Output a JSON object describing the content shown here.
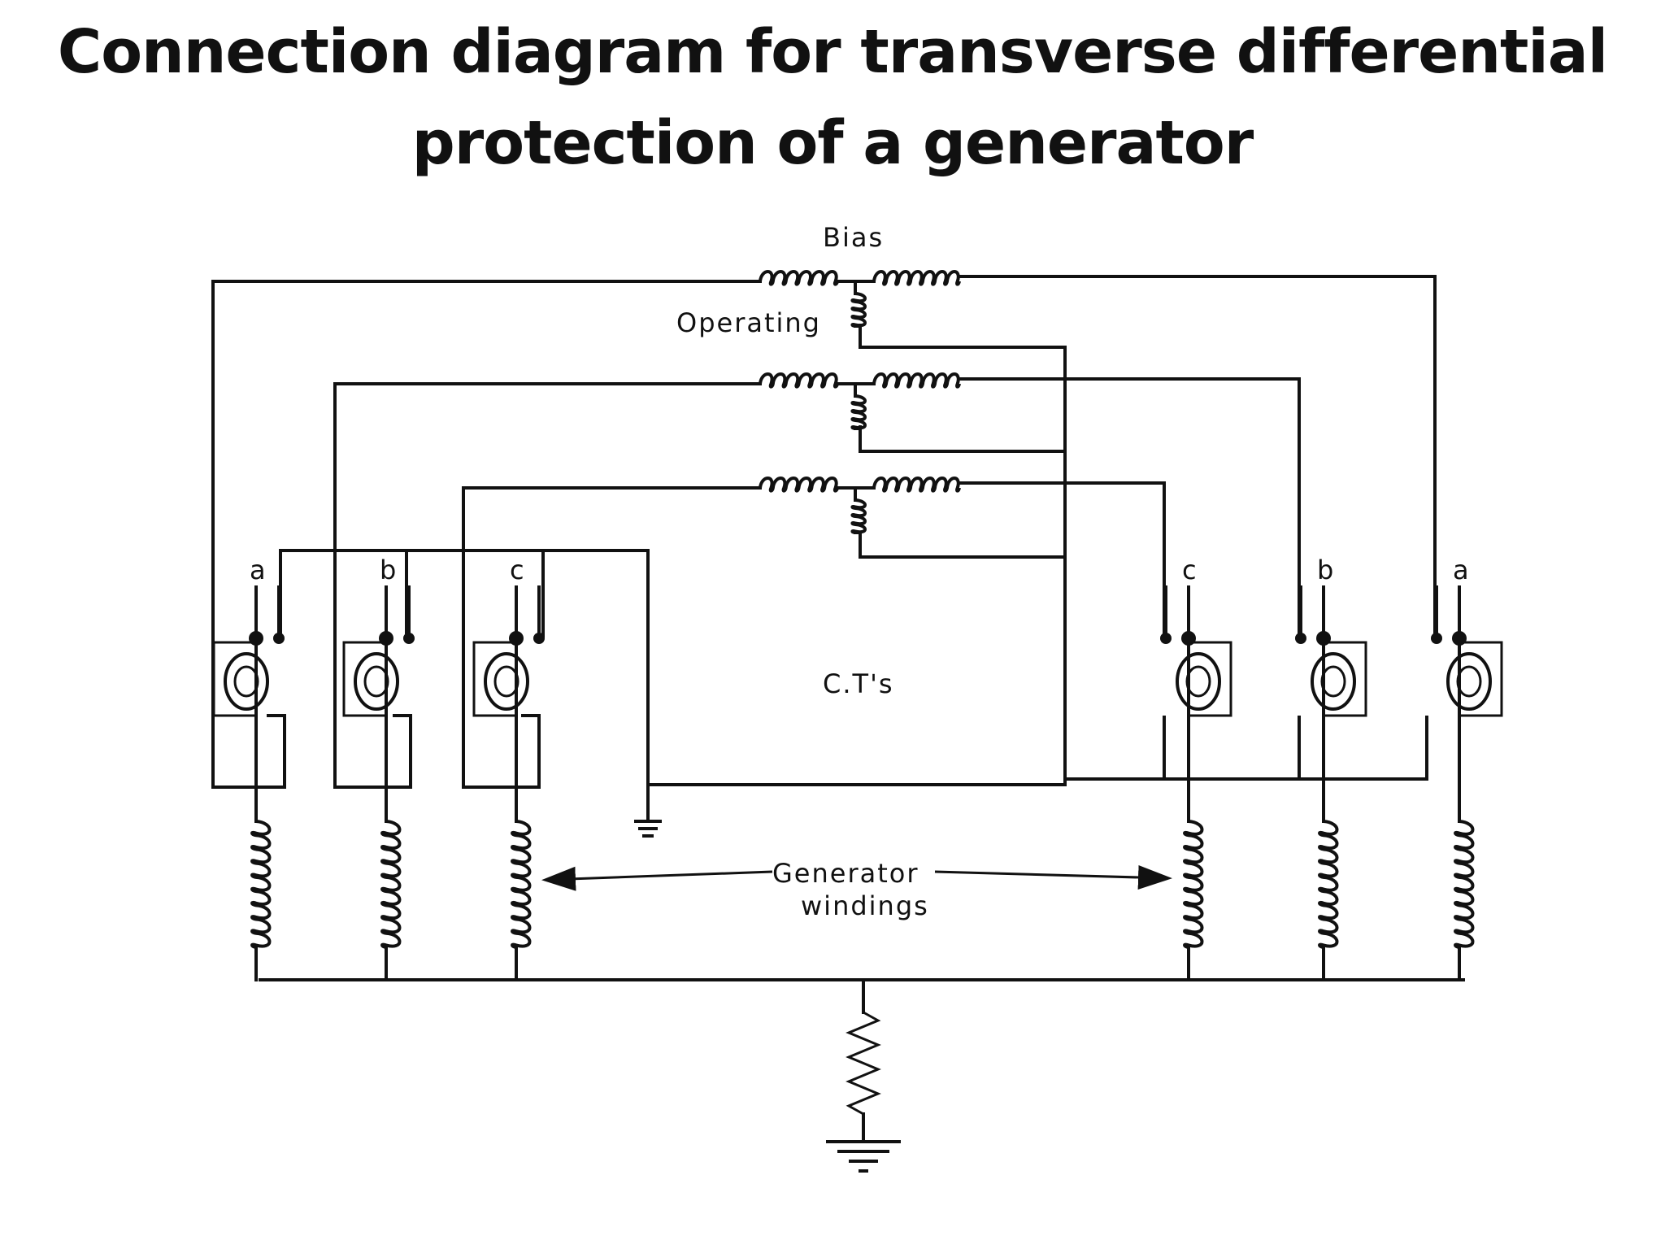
{
  "title": {
    "line1": "Connection diagram for transverse differential",
    "line2": "protection of a generator"
  },
  "diagram": {
    "relay_labels": {
      "bias": "Bias",
      "operating": "Operating"
    },
    "ct_label": "C.T's",
    "generator_label_line1": "Generator",
    "generator_label_line2": "windings",
    "left_phases": [
      "a",
      "b",
      "c"
    ],
    "right_phases": [
      "c",
      "b",
      "a"
    ]
  }
}
